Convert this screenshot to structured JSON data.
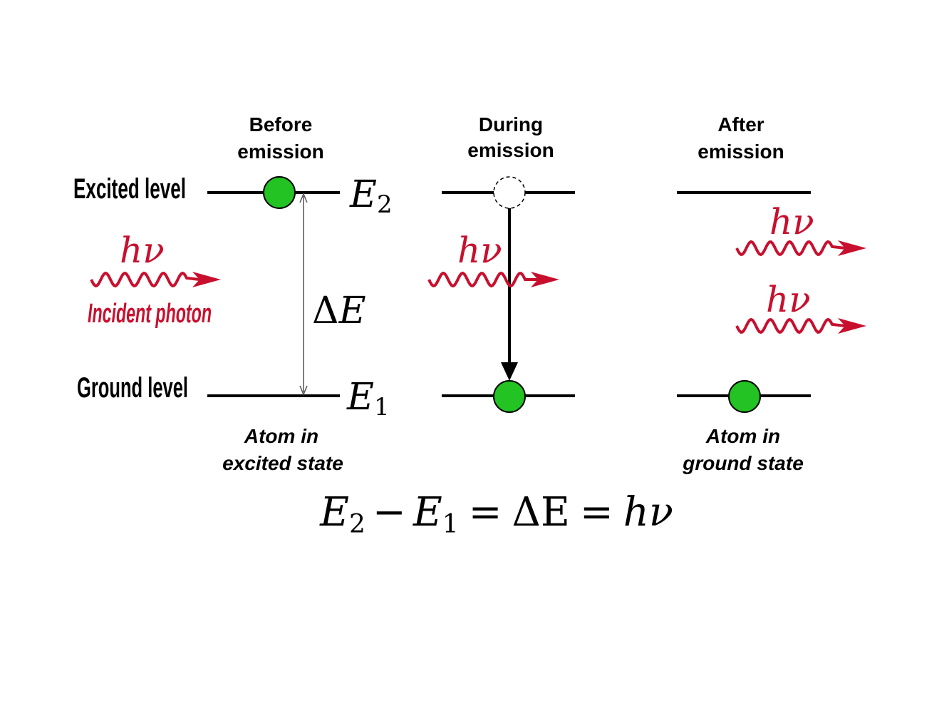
{
  "columns": {
    "before": {
      "line1": "Before",
      "line2": "emission"
    },
    "during": {
      "line1": "During",
      "line2": "emission"
    },
    "after": {
      "line1": "After",
      "line2": "emission"
    }
  },
  "levels": {
    "excited_label": "Excited level",
    "ground_label": "Ground level",
    "e2_symbol": "E",
    "e2_sub": "2",
    "e1_symbol": "E",
    "e1_sub": "1",
    "delta_e": "ΔE"
  },
  "photon": {
    "symbol": "hν",
    "incident_label": "Incident photon",
    "color": "#c8102e"
  },
  "states": {
    "excited": {
      "line1": "Atom in",
      "line2": "excited state"
    },
    "ground": {
      "line1": "Atom in",
      "line2": "ground state"
    }
  },
  "equation": {
    "e": "E",
    "sub2": "2",
    "minus": "−",
    "sub1": "1",
    "eq": "=",
    "delta_e": "ΔE",
    "hnu": "hν"
  },
  "colors": {
    "atom_fill": "#22c322",
    "line": "#000000",
    "photon": "#c8102e"
  }
}
